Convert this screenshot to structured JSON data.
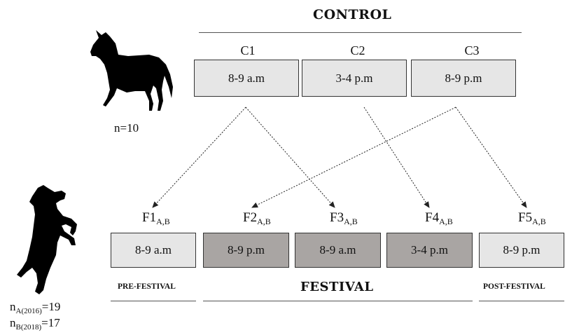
{
  "control": {
    "heading": "CONTROL",
    "sessions": [
      {
        "name": "C1",
        "time": "8-9 a.m"
      },
      {
        "name": "C2",
        "time": "3-4 p.m"
      },
      {
        "name": "C3",
        "time": "8-9 p.m"
      }
    ],
    "n_label": "n=10",
    "icon": "standing-horse-silhouette"
  },
  "festival": {
    "sessions": [
      {
        "name": "F1",
        "sub": "A,B",
        "time": "8-9 a.m",
        "shade": "light"
      },
      {
        "name": "F2",
        "sub": "A,B",
        "time": "8-9 p.m",
        "shade": "dark"
      },
      {
        "name": "F3",
        "sub": "A,B",
        "time": "8-9 a.m",
        "shade": "dark"
      },
      {
        "name": "F4",
        "sub": "A,B",
        "time": "3-4 p.m",
        "shade": "dark"
      },
      {
        "name": "F5",
        "sub": "A,B",
        "time": "8-9 p.m",
        "shade": "light"
      }
    ],
    "phase_labels": {
      "pre": "PRE-FESTIVAL",
      "festival": "FESTIVAL",
      "post": "POST-FESTIVAL"
    },
    "n_labels": [
      {
        "base": "n",
        "sub": "A(2016)",
        "value": "=19"
      },
      {
        "base": "n",
        "sub": "B(2018)",
        "value": "=17"
      }
    ],
    "icon": "rearing-horse-silhouette"
  },
  "colors": {
    "light_box": "#e6e6e6",
    "dark_box": "#a9a5a3",
    "border": "#333333"
  },
  "arrows": [
    {
      "from": "C1",
      "to": "F1"
    },
    {
      "from": "C1",
      "to": "F3"
    },
    {
      "from": "C2",
      "to": "F4"
    },
    {
      "from": "C3",
      "to": "F2"
    },
    {
      "from": "C3",
      "to": "F5"
    }
  ]
}
